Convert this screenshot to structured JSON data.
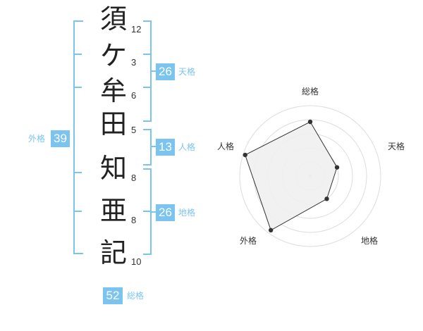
{
  "name_chars": [
    {
      "char": "須",
      "strokes": "12"
    },
    {
      "char": "ケ",
      "strokes": "3"
    },
    {
      "char": "牟",
      "strokes": "6"
    },
    {
      "char": "田",
      "strokes": "5"
    },
    {
      "char": "知",
      "strokes": "8"
    },
    {
      "char": "亜",
      "strokes": "8"
    },
    {
      "char": "記",
      "strokes": "10"
    }
  ],
  "kaku": {
    "tenkaku": {
      "value": "26",
      "label": "天格"
    },
    "jinkaku": {
      "value": "13",
      "label": "人格"
    },
    "chikaku": {
      "value": "26",
      "label": "地格"
    },
    "gaikaku": {
      "value": "39",
      "label": "外格"
    },
    "soukaku": {
      "value": "52",
      "label": "総格"
    }
  },
  "radar": {
    "axes": [
      "総格",
      "天格",
      "地格",
      "外格",
      "人格"
    ],
    "levels": 5,
    "values": [
      0.77,
      0.4,
      0.4,
      0.95,
      0.97
    ]
  },
  "colors": {
    "accent": "#7cc4f0",
    "radar_fill": "#efefef",
    "radar_ring": "#dddddd"
  }
}
